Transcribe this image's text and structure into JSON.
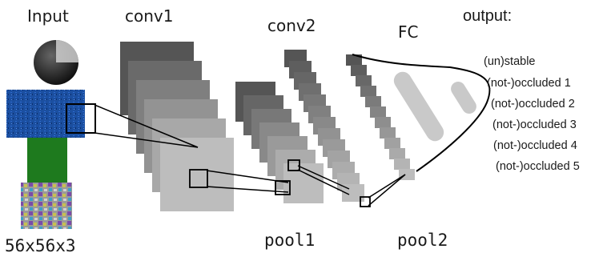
{
  "labels": {
    "input": "Input",
    "conv1": "conv1",
    "conv2": "conv2",
    "fc": "FC",
    "output": "output:",
    "input_size": "56x56x3",
    "pool1": "pool1",
    "pool2": "pool2"
  },
  "outputs": [
    "(un)stable",
    "(not-)occluded 1",
    "(not-)occluded 2",
    "(not-)occluded 3",
    "(not-)occluded 4",
    "(not-)occluded 5"
  ],
  "colors": {
    "layer_dark": "#555555",
    "layer_light": "#bdbdbd",
    "layer_mid": "#909090",
    "fc_ellipse": "#c9c9c9",
    "block_body": "#1b4fa0",
    "block_leg": "#1e7a1e",
    "line": "#000000"
  }
}
